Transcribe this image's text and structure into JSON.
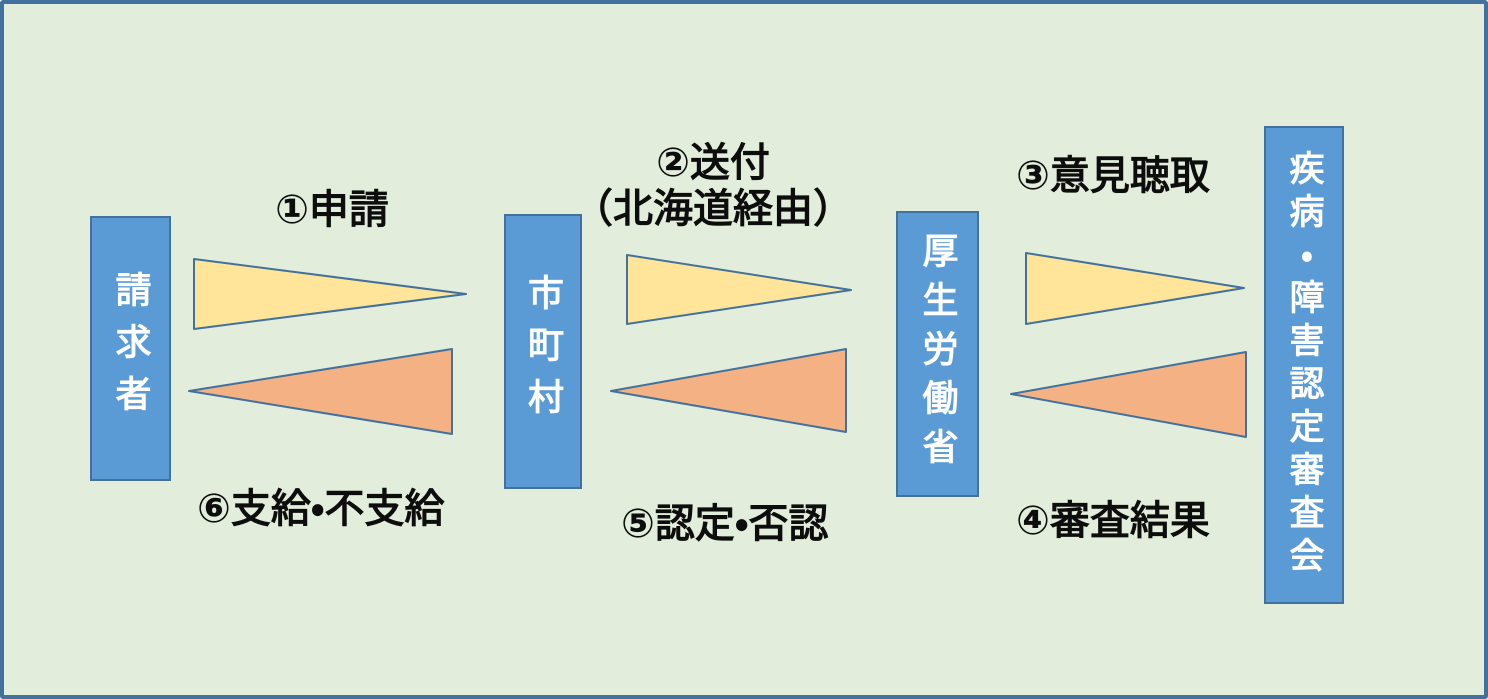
{
  "diagram": {
    "description": "benefit-claim-certification-flow",
    "entities": [
      {
        "id": "claimant",
        "label": "請求者"
      },
      {
        "id": "municipality",
        "label": "市町村"
      },
      {
        "id": "mhlw",
        "label": "厚生労働省"
      },
      {
        "id": "council",
        "label": "疾病・障害認定審査会"
      }
    ],
    "steps": [
      {
        "num": "①",
        "label": "①申請",
        "direction": "right",
        "from": "claimant",
        "to": "municipality"
      },
      {
        "num": "②",
        "label": "②送付\n（北海道経由）",
        "direction": "right",
        "from": "municipality",
        "to": "mhlw"
      },
      {
        "num": "③",
        "label": "③意見聴取",
        "direction": "right",
        "from": "mhlw",
        "to": "council"
      },
      {
        "num": "④",
        "label": "④審査結果",
        "direction": "left",
        "from": "council",
        "to": "mhlw"
      },
      {
        "num": "⑤",
        "label": "⑤認定・否認",
        "direction": "left",
        "from": "mhlw",
        "to": "municipality"
      },
      {
        "num": "⑥",
        "label": "⑥支給・不支給",
        "direction": "left",
        "from": "municipality",
        "to": "claimant"
      }
    ]
  },
  "colors": {
    "background": "#e2eedb",
    "border_blue": "#41719c",
    "box_fill": "#5b9bd5",
    "box_text": "#ffffff",
    "arrow_forward_fill": "#ffe599",
    "arrow_back_fill": "#f4b183",
    "label_text": "#0d0d0d"
  }
}
